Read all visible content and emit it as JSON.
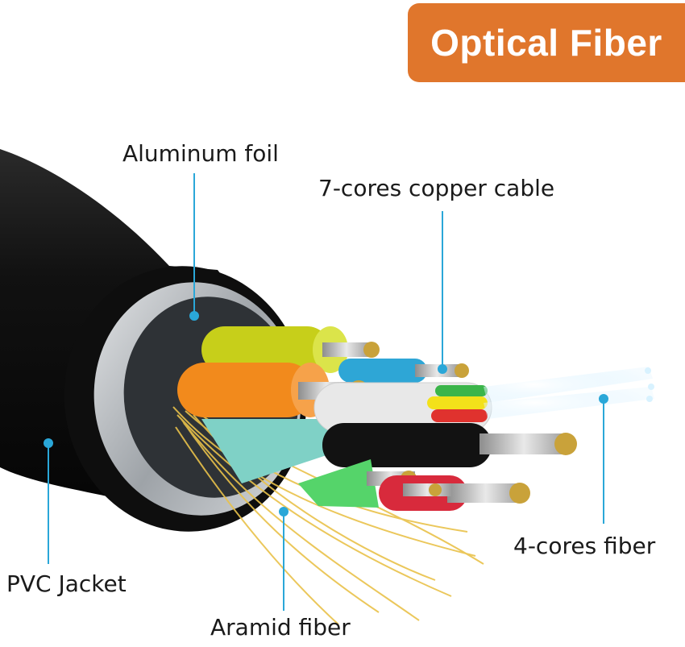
{
  "title": "Optical Fiber",
  "labels": {
    "aluminum_foil": "Aluminum foil",
    "copper_cable": "7-cores copper cable",
    "fiber": "4-cores fiber",
    "pvc_jacket": "PVC Jacket",
    "aramid_fiber": "Aramid fiber"
  },
  "colors": {
    "badge": "#e0762c",
    "leader_line": "#2aa7d8",
    "jacket": "#151515",
    "foil": "#b9bdc1"
  }
}
